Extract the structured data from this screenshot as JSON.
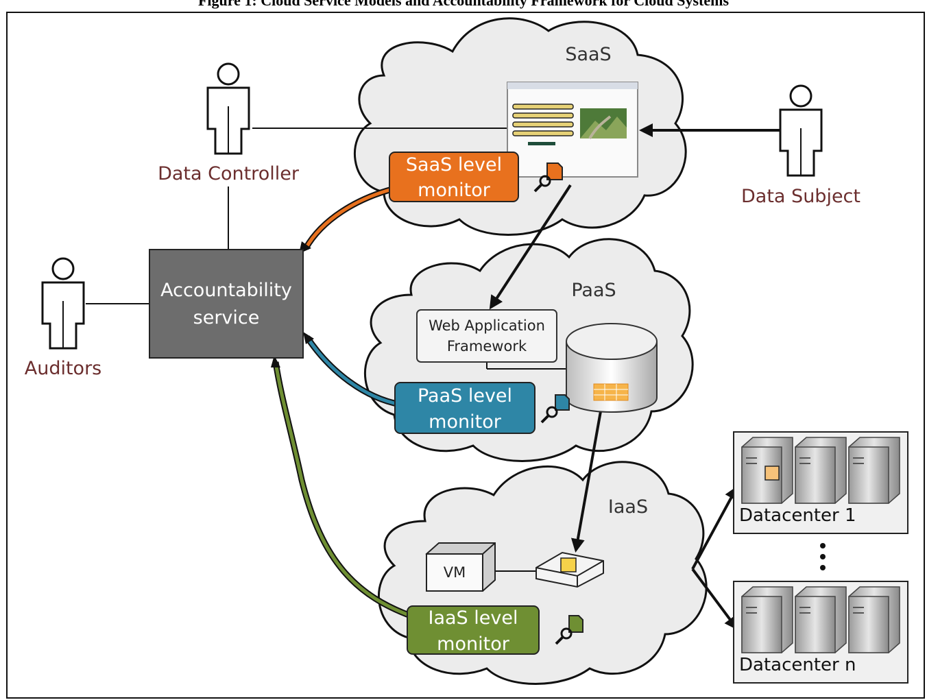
{
  "caption": "Figure 1: Cloud Service Models and Accountability Framework for Cloud Systems",
  "clouds": {
    "saas_label": "SaaS",
    "paas_label": "PaaS",
    "iaas_label": "IaaS"
  },
  "actors": {
    "data_controller": "Data Controller",
    "data_subject": "Data Subject",
    "auditors": "Auditors"
  },
  "accountability_service": {
    "line1": "Accountability",
    "line2": "service"
  },
  "monitors": {
    "saas": {
      "line1": "SaaS level",
      "line2": "monitor",
      "color": "#e8711e"
    },
    "paas": {
      "line1": "PaaS level",
      "line2": "monitor",
      "color": "#2e86a6"
    },
    "iaas": {
      "line1": "IaaS level",
      "line2": "monitor",
      "color": "#6f8f33"
    }
  },
  "web_app_framework": {
    "line1": "Web Application",
    "line2": "Framework"
  },
  "vm_label": "VM",
  "datacenters": {
    "first": "Datacenter 1",
    "last": "Datacenter n",
    "ellipsis": "⋮"
  },
  "colors": {
    "accountability_box": "#6d6d6d",
    "actor_text": "#6b2e2e"
  }
}
